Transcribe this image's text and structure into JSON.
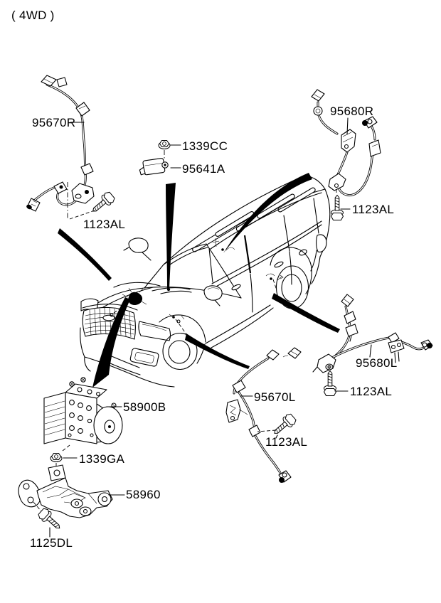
{
  "header": {
    "drive_note": "( 4WD )"
  },
  "callouts": {
    "front_right_abs_sensor": "95670R",
    "rear_right_abs_sensor": "95680R",
    "rear_left_abs_sensor": "95680L",
    "front_left_abs_sensor": "95670L",
    "sensor_mounting_bolt": "1123AL",
    "sensor_nut": "1339CC",
    "yaw_rate_sensor": "95641A",
    "hydraulic_unit": "58900B",
    "bracket_nut": "1339GA",
    "hydraulic_unit_bracket": "58960",
    "bracket_bolt": "1125DL"
  },
  "colors": {
    "line": "#000000",
    "background": "#ffffff"
  }
}
